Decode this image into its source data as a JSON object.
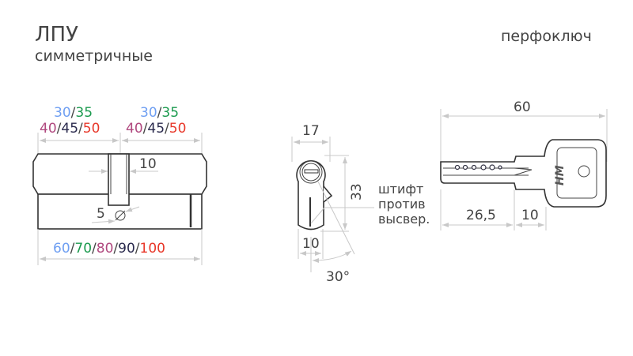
{
  "header": {
    "title": "ЛПУ",
    "subtitle": "симметричные",
    "right_label": "перфоключ"
  },
  "colors": {
    "blue": "#6f9ff2",
    "green": "#1b9a4e",
    "purple": "#b0497f",
    "navy": "#2b2b4e",
    "red": "#e8382a",
    "text": "#444444"
  },
  "cylinder": {
    "half_top": [
      "30",
      "35"
    ],
    "half_bottom": [
      "40",
      "45",
      "50"
    ],
    "total": [
      "60",
      "70",
      "80",
      "90",
      "100"
    ],
    "separator": "/",
    "cam_width": "10",
    "pin_diameter": "5"
  },
  "profile": {
    "width": "17",
    "height": "33",
    "bottom_width": "10",
    "angle": "30°",
    "note": [
      "штифт",
      "против",
      "высвер."
    ]
  },
  "key": {
    "length": "60",
    "blade": "26,5",
    "shoulder": "10"
  }
}
